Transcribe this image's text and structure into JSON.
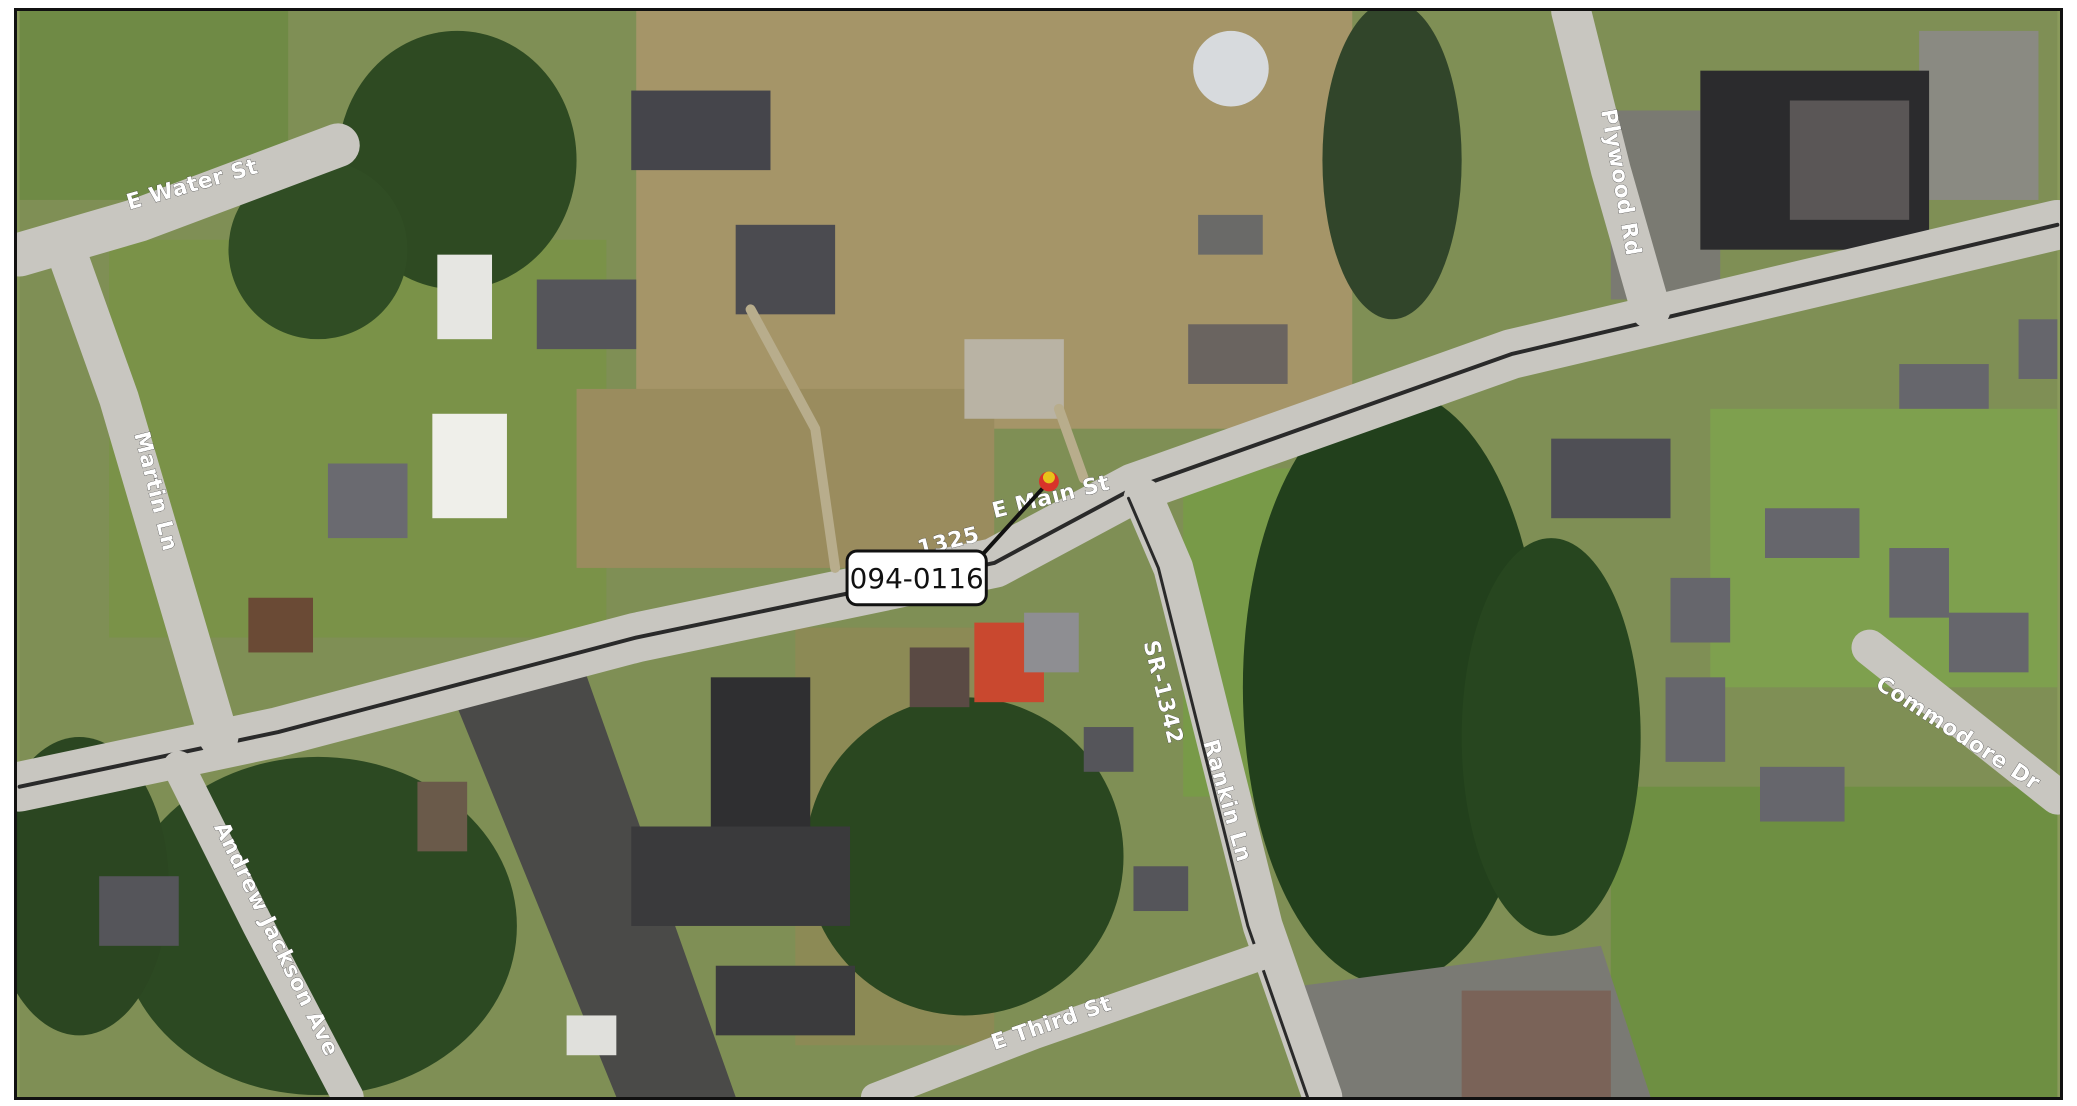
{
  "map": {
    "parcel_callout": "094-0116",
    "parcel_fragment": "1325",
    "marker_color": "#e8c21a",
    "marker_ring_color": "#d8322a"
  },
  "roads": {
    "e_water_st": "E Water St",
    "martin_ln": "Martin Ln",
    "e_main_st": "E Main St",
    "andrew_jackson_ave": "Andrew Jackson Ave",
    "sr_1342": "SR-1342",
    "rankin_ln": "Rankin Ln",
    "e_third_st": "E Third St",
    "plywood_rd": "Plywood Rd",
    "commodore_dr": "Commodore Dr"
  }
}
